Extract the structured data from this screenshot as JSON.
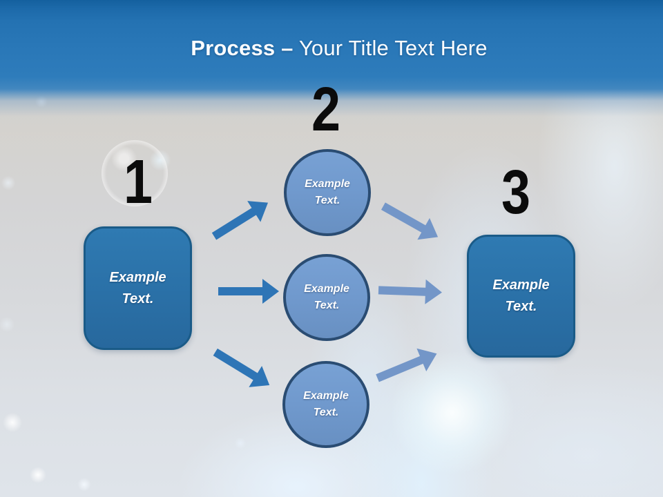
{
  "title": {
    "bold": "Process",
    "dash": "–",
    "rest": "Your Title Text Here"
  },
  "stage1": {
    "number": "1",
    "box_label": "Example Text."
  },
  "stage2": {
    "number": "2",
    "circle_labels": [
      "Example Text.",
      "Example Text.",
      "Example Text."
    ]
  },
  "stage3": {
    "number": "3",
    "box_label": "Example Text."
  },
  "colors": {
    "header_gradient_top": "#14609E",
    "header_gradient_mid": "#2E7CBB",
    "box_fill": "#2B72A9",
    "box_border": "#1A5B88",
    "circle_fill": "#7099CD",
    "circle_border": "#2A4C72",
    "arrow_dark": "#2E75B6",
    "arrow_light": "#7396C8",
    "number_color": "#0B0B0B",
    "title_color": "#FBFDFF"
  }
}
